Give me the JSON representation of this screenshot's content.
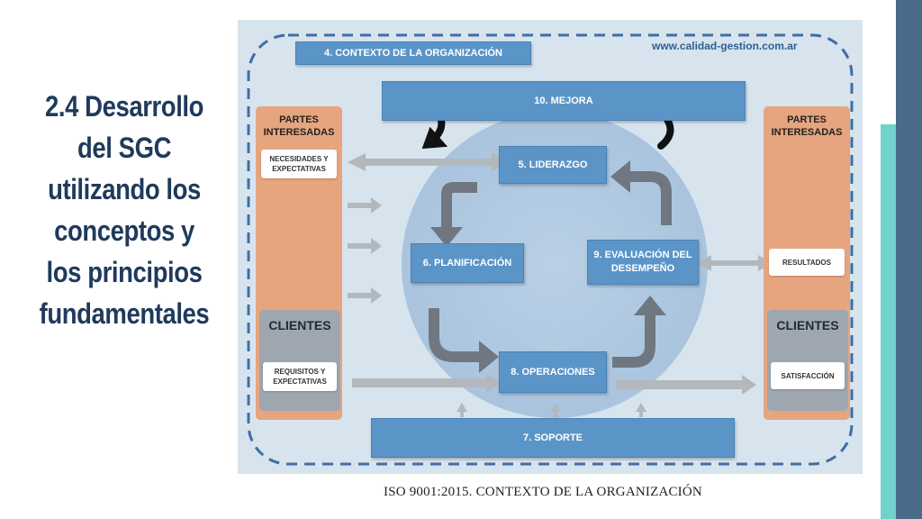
{
  "slide": {
    "title_lines": [
      "2.4 Desarrollo",
      "del SGC",
      "utilizando los",
      "conceptos y",
      "los principios",
      "fundamentales"
    ],
    "caption": "ISO 9001:2015. CONTEXTO DE LA ORGANIZACIÓN"
  },
  "diagram": {
    "context_label": "4. CONTEXTO DE LA ORGANIZACIÓN",
    "url": "www.calidad-gestion.com.ar",
    "mejora": "10. MEJORA",
    "liderazgo": "5. LIDERAZGO",
    "planificacion": "6. PLANIFICACIÓN",
    "evaluacion": "9. EVALUACIÓN DEL DESEMPEÑO",
    "operaciones": "8. OPERACIONES",
    "soporte": "7. SOPORTE",
    "left": {
      "partes": "PARTES INTERESADAS",
      "necesidades": "NECESIDADES Y EXPECTATIVAS",
      "clientes": "CLIENTES",
      "requisitos": "REQUISITOS Y EXPECTATIVAS"
    },
    "right": {
      "partes": "PARTES INTERESADAS",
      "resultados": "RESULTADOS",
      "clientes": "CLIENTES",
      "satisfaccion": "SATISFACCIÓN"
    }
  },
  "colors": {
    "title": "#1f3a5c",
    "box_blue": "#5b95c8",
    "orange": "#e6a57e",
    "grey": "#9ea7b0",
    "teal_bar": "#6fd3cc",
    "dark_bar": "#4a6b8a"
  }
}
